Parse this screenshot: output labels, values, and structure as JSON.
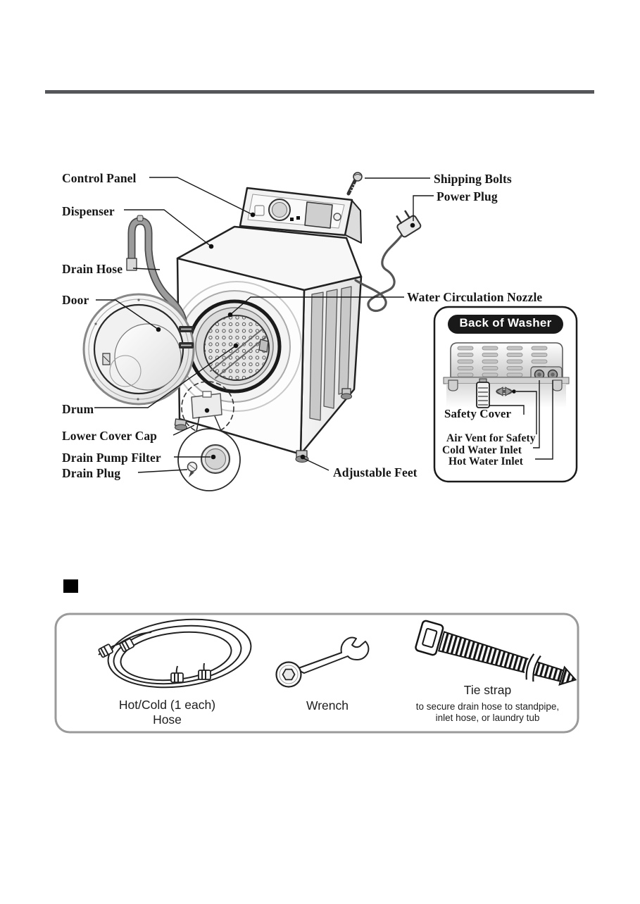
{
  "colors": {
    "rule": "#55565a",
    "pill_bg": "#191919",
    "pill_text": "#ffffff",
    "line_art": "#161616",
    "marker": "#000000"
  },
  "diagram": {
    "labels": {
      "control_panel": "Control Panel",
      "dispenser": "Dispenser",
      "drain_hose": "Drain Hose",
      "door": "Door",
      "drum": "Drum",
      "lower_cover_cap": "Lower Cover Cap",
      "drain_pump_filter": "Drain Pump Filter",
      "drain_plug": "Drain Plug",
      "shipping_bolts": "Shipping Bolts",
      "power_plug": "Power Plug",
      "water_circulation_nozzle": "Water Circulation Nozzle",
      "adjustable_feet": "Adjustable Feet"
    },
    "inset": {
      "title": "Back of Washer",
      "labels": {
        "safety_cover": "Safety Cover",
        "air_vent": "Air Vent for Safety",
        "cold_water_inlet": "Cold Water Inlet",
        "hot_water_inlet": "Hot Water Inlet"
      }
    }
  },
  "accessories": {
    "hose_caption_line1": "Hot/Cold (1 each)",
    "hose_caption_line2": "Hose",
    "wrench_caption": "Wrench",
    "tie_strap_caption": "Tie strap",
    "tie_strap_desc_line1": "to secure drain hose to standpipe,",
    "tie_strap_desc_line2": "inlet hose, or laundry tub"
  }
}
